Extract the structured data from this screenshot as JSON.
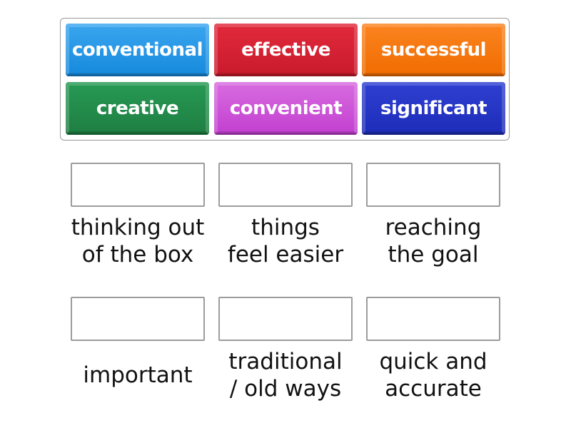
{
  "tiles": [
    {
      "label": "conventional",
      "color": "#1e90e0"
    },
    {
      "label": "effective",
      "color": "#d41c30"
    },
    {
      "label": "successful",
      "color": "#f57300"
    },
    {
      "label": "creative",
      "color": "#22894a"
    },
    {
      "label": "convenient",
      "color": "#cc4fd6"
    },
    {
      "label": "significant",
      "color": "#2231c4"
    }
  ],
  "targets": [
    {
      "label": "thinking out\nof the box"
    },
    {
      "label": "things\nfeel easier"
    },
    {
      "label": "reaching\nthe goal"
    },
    {
      "label": "important"
    },
    {
      "label": "traditional\n/ old ways"
    },
    {
      "label": "quick and\naccurate"
    }
  ]
}
